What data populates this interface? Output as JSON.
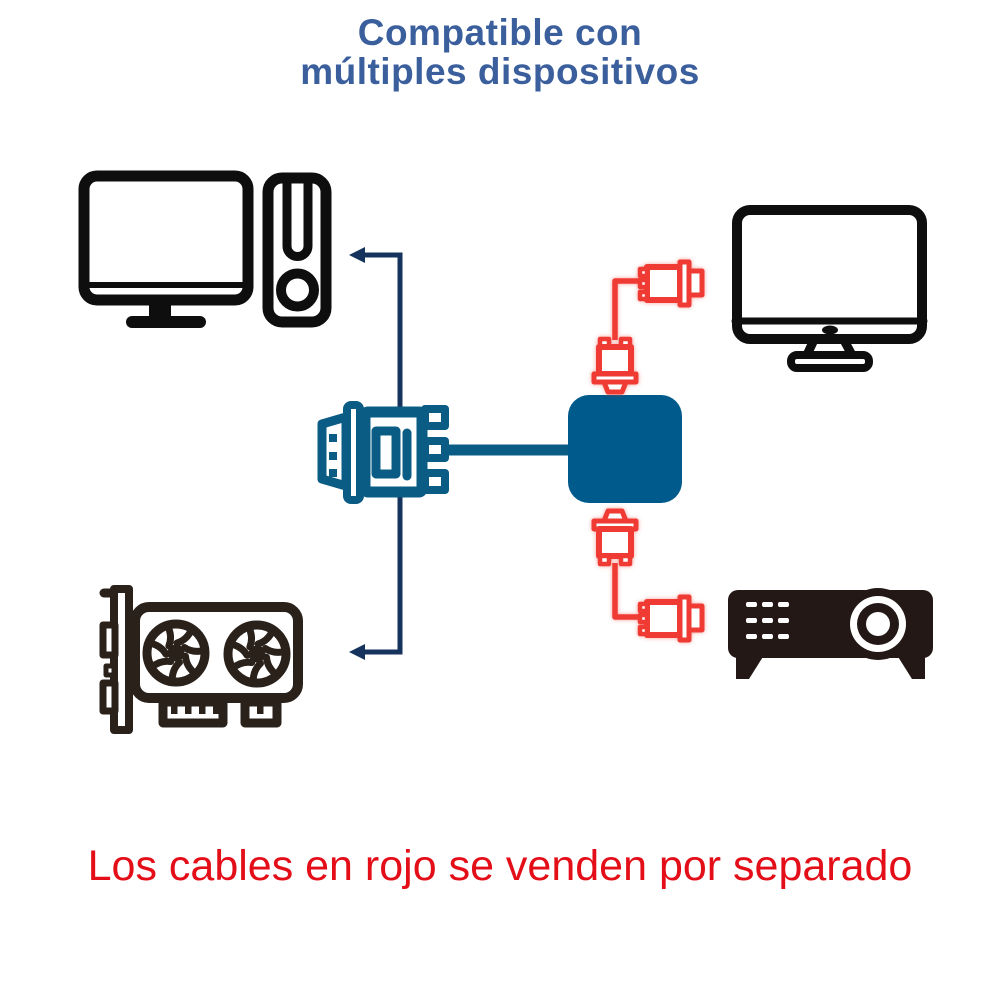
{
  "title": {
    "line1": "Compatible con",
    "line2": "múltiples dispositivos"
  },
  "caption": "Los cables en rojo se venden por separado",
  "colors": {
    "title_blue": "#3A5F9C",
    "caption_red": "#E30E18",
    "cable_red": "#EF3B33",
    "connector_blue": "#0A5C84",
    "box_blue": "#005A8C",
    "arrow_navy": "#16335E",
    "device_black": "#0E0E0E",
    "gpu_dark": "#2A211B",
    "projector_dark": "#231815",
    "background": "#FFFFFF"
  },
  "diagram": {
    "icons": [
      "desktop-pc-icon",
      "imac-monitor-icon",
      "graphics-card-icon",
      "projector-icon",
      "vga-connector-icon",
      "adapter-box-icon",
      "red-vga-cable-to-monitor-icon",
      "red-vga-cable-to-projector-icon",
      "arrow-to-desktop-pc-icon",
      "arrow-to-graphics-card-icon"
    ]
  }
}
